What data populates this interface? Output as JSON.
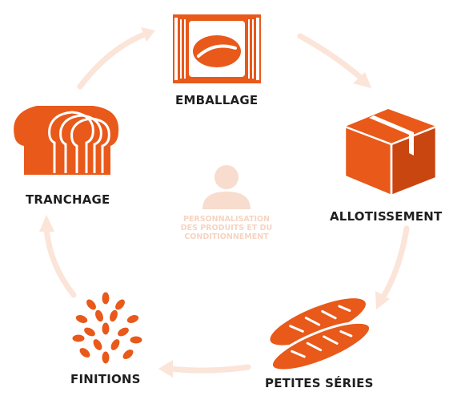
{
  "colors": {
    "accent": "#e8591a",
    "accent_dark": "#c94610",
    "cycle_arrow": "#fbe4d8",
    "center_faded": "#f6d4c2",
    "label_text": "#1f1f1f"
  },
  "steps": [
    {
      "label": "EMBALLAGE",
      "icon": "packaged-bread-icon"
    },
    {
      "label": "ALLOTISSEMENT",
      "icon": "box-icon"
    },
    {
      "label": "PETITES SÉRIES",
      "icon": "baguettes-icon"
    },
    {
      "label": "FINITIONS",
      "icon": "seeds-icon"
    },
    {
      "label": "TRANCHAGE",
      "icon": "sliced-bread-icon"
    }
  ],
  "center": {
    "icon": "person-icon",
    "line1": "PERSONNALISATION",
    "line2": "DES PRODUITS ET DU",
    "line3": "CONDITIONNEMENT"
  }
}
